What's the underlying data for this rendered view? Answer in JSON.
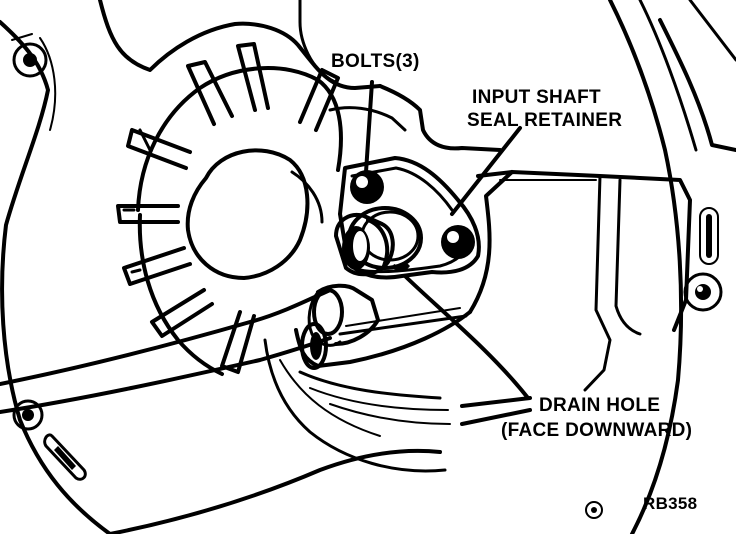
{
  "labels": {
    "bolts": "BOLTS(3)",
    "retainer_line1": "INPUT SHAFT",
    "retainer_line2": "SEAL RETAINER",
    "drain_line1": "DRAIN HOLE",
    "drain_line2": "(FACE DOWNWARD)",
    "figure_code": "RB358"
  },
  "colors": {
    "ink": "#000000",
    "paper": "#ffffff"
  }
}
